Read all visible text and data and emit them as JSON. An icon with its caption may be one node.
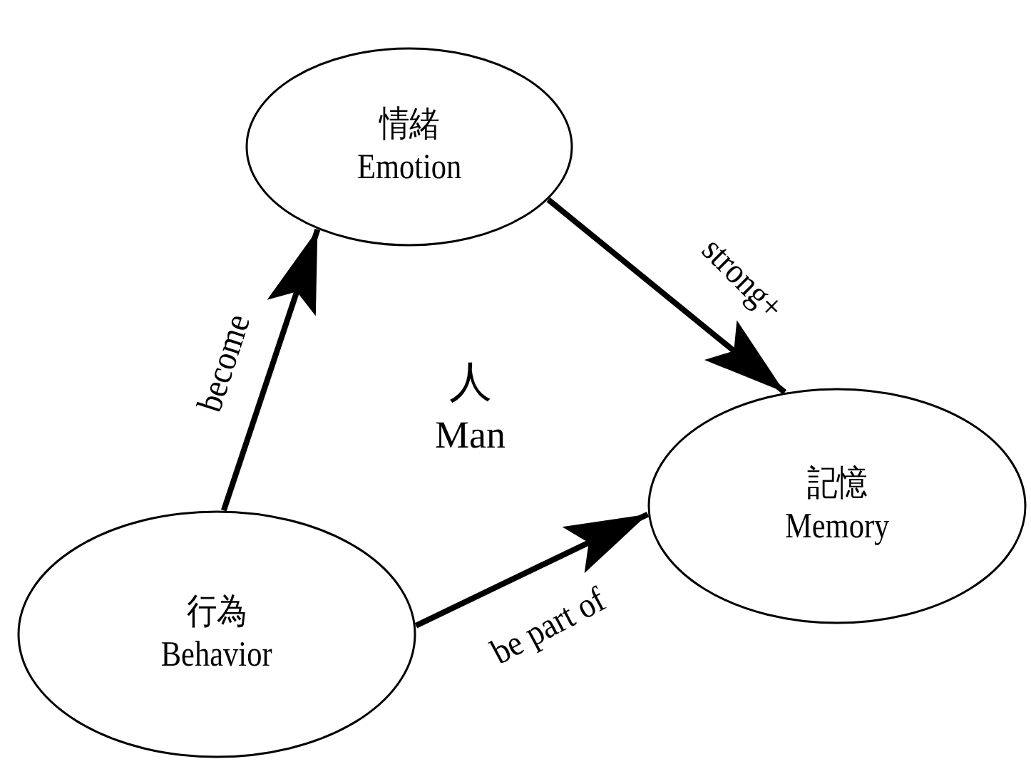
{
  "diagram": {
    "nodes": [
      {
        "text": [
          "情緒",
          "Emotion"
        ]
      },
      {
        "text": [
          "記憶",
          "Memory"
        ]
      },
      {
        "text": [
          "行為",
          "Behavior"
        ]
      }
    ],
    "edges": [
      {
        "from": 2,
        "to": 0,
        "arrow": "to",
        "label": "become"
      },
      {
        "from": 0,
        "to": 1,
        "arrow": "to",
        "label": "strong+"
      },
      {
        "from": 2,
        "to": 1,
        "arrow": "to",
        "label": "be part of"
      }
    ],
    "labels": [
      "人",
      "Man"
    ]
  }
}
